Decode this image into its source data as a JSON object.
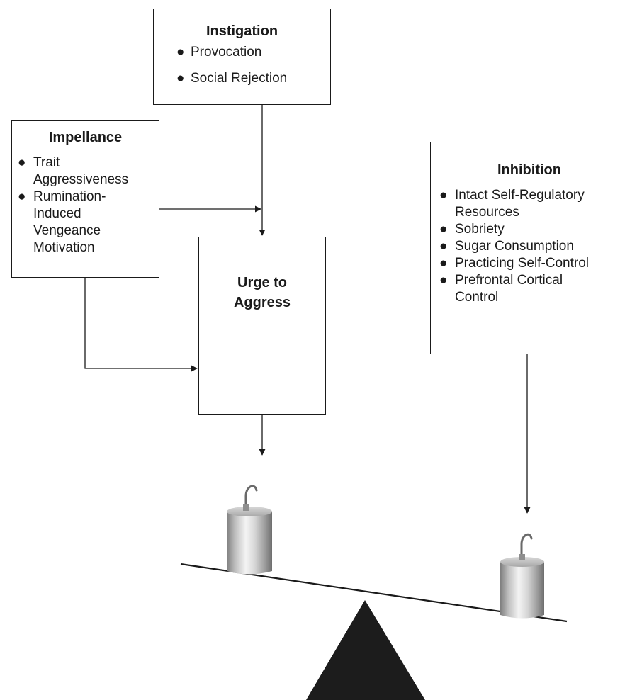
{
  "instigation": {
    "title": "Instigation",
    "items": [
      "Provocation",
      "Social Rejection"
    ]
  },
  "impellance": {
    "title": "Impellance",
    "items": [
      {
        "lines": [
          "Trait",
          "Aggressiveness"
        ]
      },
      {
        "lines": [
          "Rumination-",
          "Induced",
          "Vengeance",
          "Motivation"
        ]
      }
    ]
  },
  "urge": {
    "title_line1": "Urge to",
    "title_line2": "Aggress"
  },
  "inhibition": {
    "title": "Inhibition",
    "items": [
      {
        "lines": [
          "Intact Self-Regulatory",
          "Resources"
        ]
      },
      {
        "lines": [
          "Sobriety"
        ]
      },
      {
        "lines": [
          "Sugar Consumption"
        ]
      },
      {
        "lines": [
          "Practicing Self-Control"
        ]
      },
      {
        "lines": [
          "Prefrontal Cortical",
          "Control"
        ]
      }
    ]
  },
  "bullet": "●",
  "colors": {
    "line": "#1a1a1a",
    "fulcrum": "#1c1c1c",
    "weight_light": "#eeeeee",
    "weight_dark": "#8a8a8a"
  },
  "icons": {
    "left_weight": "hooked-cylinder-weight-icon",
    "right_weight": "hooked-cylinder-weight-icon",
    "fulcrum": "triangle-fulcrum-icon"
  }
}
